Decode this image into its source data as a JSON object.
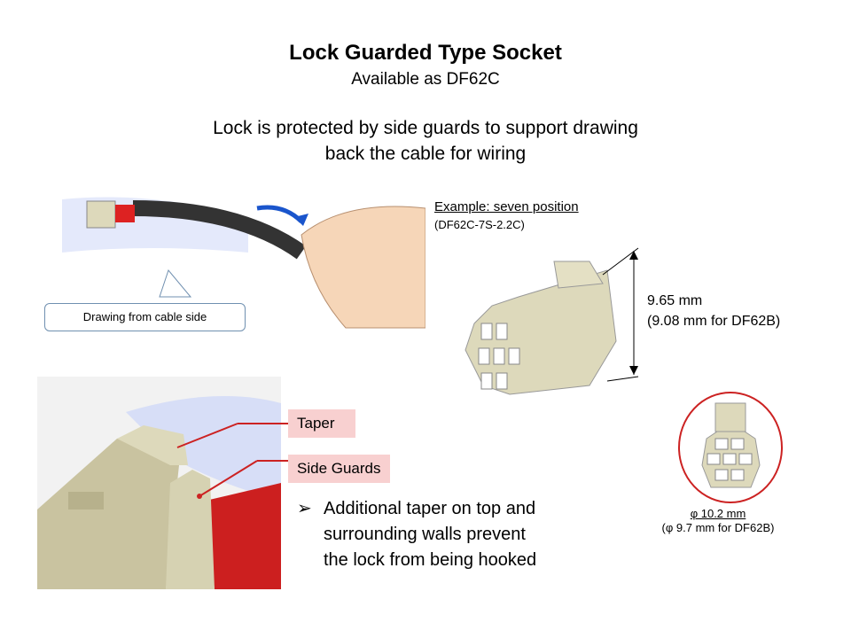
{
  "title": "Lock Guarded Type Socket",
  "subtitle": "Available as DF62C",
  "description": [
    "Lock is protected by side guards to support drawing",
    "back the cable for wiring"
  ],
  "example": {
    "label": "Example: seven position",
    "part": "(DF62C-7S-2.2C)"
  },
  "height_dim": {
    "main": "9.65 mm",
    "alt": "(9.08 mm for DF62B)"
  },
  "diameter_dim": {
    "main": "φ 10.2 mm",
    "alt": "(φ 9.7 mm for DF62B)"
  },
  "callout": "Drawing from cable side",
  "labels": {
    "taper": "Taper",
    "side_guards": "Side Guards"
  },
  "bullet": {
    "marker": "➢",
    "lines": [
      "Additional taper on top and",
      "surrounding walls prevent",
      "the lock from being hooked"
    ]
  },
  "colors": {
    "accent_red": "#cc2222",
    "label_bg": "#f8d0d0",
    "connector": "#ddd9bb"
  }
}
